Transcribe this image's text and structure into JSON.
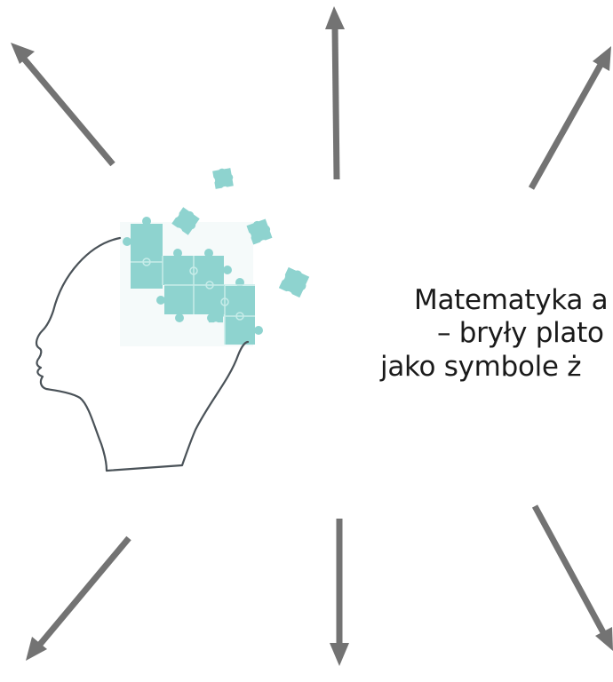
{
  "caption": {
    "lines": [
      "Matematyka a",
      "– bryły plato",
      "jako symbole ż"
    ]
  },
  "colors": {
    "arrow": "#737373",
    "puzzle": "#8ed3cf",
    "head_outline": "#4a5258",
    "text": "#1a1a1a"
  },
  "icons": {
    "head": "head-profile-icon",
    "puzzle": "puzzle-piece-icon",
    "arrow": "arrow-icon"
  }
}
